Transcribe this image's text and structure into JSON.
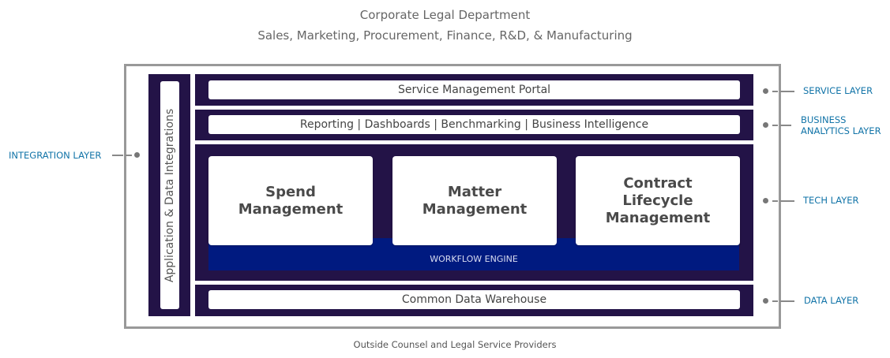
{
  "header": {
    "title": "Corporate Legal Department",
    "subtitle": "Sales, Marketing, Procurement, Finance, R&D, & Manufacturing"
  },
  "integration": {
    "vertical_label": "Application & Data Integrations",
    "side_label": "INTEGRATION  LAYER"
  },
  "layers": {
    "service": {
      "bar": "Service Management Portal",
      "label": "SERVICE LAYER"
    },
    "analytics": {
      "bar": "Reporting | Dashboards | Benchmarking | Business Intelligence",
      "label_line1": "BUSINESS",
      "label_line2": "ANALYTICS LAYER"
    },
    "tech": {
      "label": "TECH LAYER",
      "cards": [
        {
          "line1": "Spend",
          "line2": "Management"
        },
        {
          "line1": "Matter",
          "line2": "Management"
        },
        {
          "line1": "Contract",
          "line2": "Lifecycle",
          "line3": "Management"
        }
      ],
      "workflow": "WORKFLOW ENGINE"
    },
    "data": {
      "bar": "Common Data Warehouse",
      "label": "DATA LAYER"
    }
  },
  "footer": "Outside Counsel and Legal Service Providers",
  "colors": {
    "dark_layer": "#231347",
    "workflow": "#001a80",
    "label": "#1274a8",
    "frame": "#999999"
  }
}
